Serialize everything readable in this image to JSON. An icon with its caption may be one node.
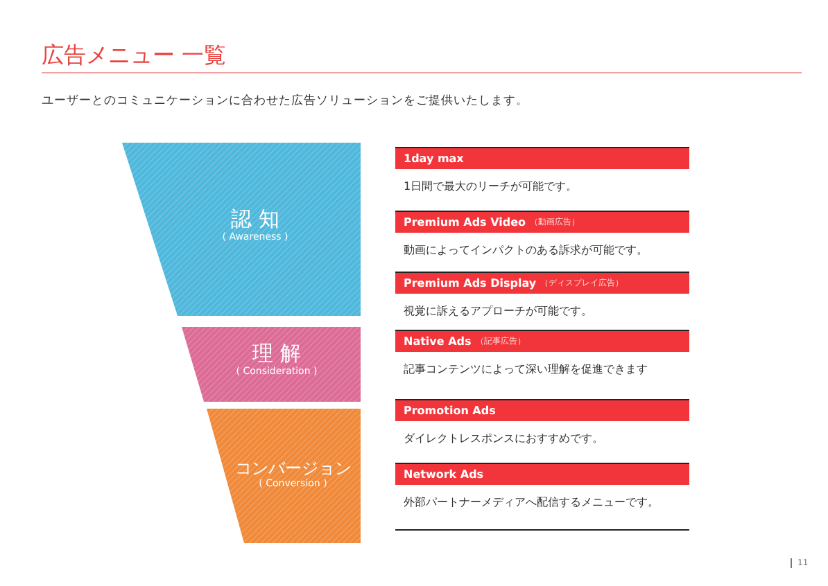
{
  "diagram": {
    "title": "広告メニュー 一覧",
    "nodes": [
      {
        "text": [
          "認 知",
          "( Awareness )"
        ]
      },
      {
        "text": [
          "理 解",
          "( Consideration )"
        ]
      },
      {
        "text": [
          "コンバージョン",
          "( Conversion )"
        ]
      },
      {
        "text": [
          "1day max",
          "1日間で最大のリーチが可能です。"
        ]
      },
      {
        "text": [
          "Premium Ads Video",
          "（動画広告）",
          "動画によってインパクトのある訴求が可能です。"
        ]
      },
      {
        "text": [
          "Premium Ads Display",
          "（ディスプレイ広告）",
          "視覚に訴えるアプローチが可能です。"
        ]
      },
      {
        "text": [
          "Native Ads",
          "（記事広告）",
          "記事コンテンツによって深い理解を促進できます"
        ]
      },
      {
        "text": [
          "Promotion Ads",
          "ダイレクトレスポンスにおすすめです。"
        ]
      },
      {
        "text": [
          "Network Ads",
          "外部パートナーメディアへ配信するメニューです。"
        ]
      }
    ],
    "edges": [],
    "labels": [
      "ユーザーとのコミュニケーションに合わせた広告ソリューションをご提供いたします。",
      "11"
    ]
  }
}
